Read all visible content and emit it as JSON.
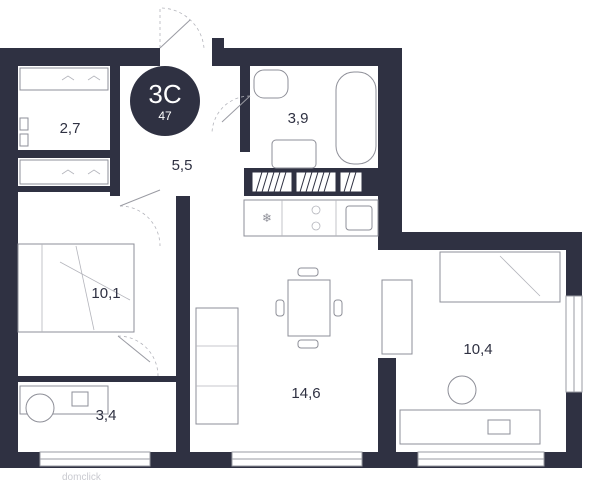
{
  "badge": {
    "code": "3С",
    "area": "47"
  },
  "rooms": [
    {
      "id": "wardrobe",
      "area": "2,7"
    },
    {
      "id": "bathroom",
      "area": "3,9"
    },
    {
      "id": "hall",
      "area": "5,5"
    },
    {
      "id": "bedroom",
      "area": "10,1"
    },
    {
      "id": "bedroom-2",
      "area": "10,4"
    },
    {
      "id": "living-kitchen",
      "area": "14,6"
    },
    {
      "id": "balcony-room",
      "area": "3,4"
    }
  ],
  "watermark": "domclick",
  "colors": {
    "wall": "#2f3142",
    "background": "#ffffff",
    "lines": "#9a9ba3"
  }
}
